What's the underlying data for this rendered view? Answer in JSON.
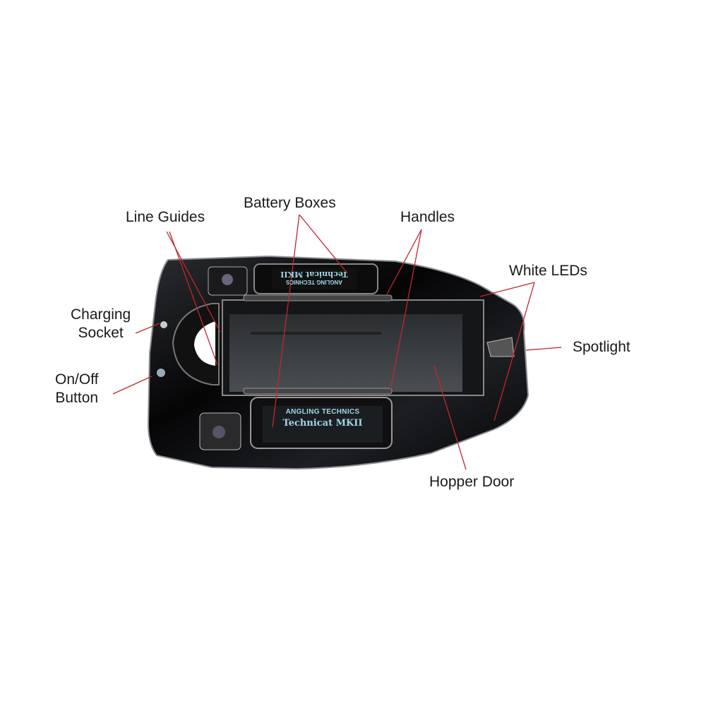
{
  "labels": {
    "line_guides": "Line Guides",
    "battery_boxes": "Battery Boxes",
    "handles": "Handles",
    "white_leds": "White LEDs",
    "charging_socket_1": "Charging",
    "charging_socket_2": "Socket",
    "on_off_1": "On/Off",
    "on_off_2": "Button",
    "spotlight": "Spotlight",
    "hopper_door": "Hopper Door"
  },
  "battery_label": {
    "brand": "ANGLING TECHNICS",
    "model": "Technicat MKII"
  },
  "colors": {
    "leader_line": "#c0282d",
    "hull": "#0b0b0d",
    "tray": "#3a3d40",
    "label_text": "#9fd6e6"
  }
}
